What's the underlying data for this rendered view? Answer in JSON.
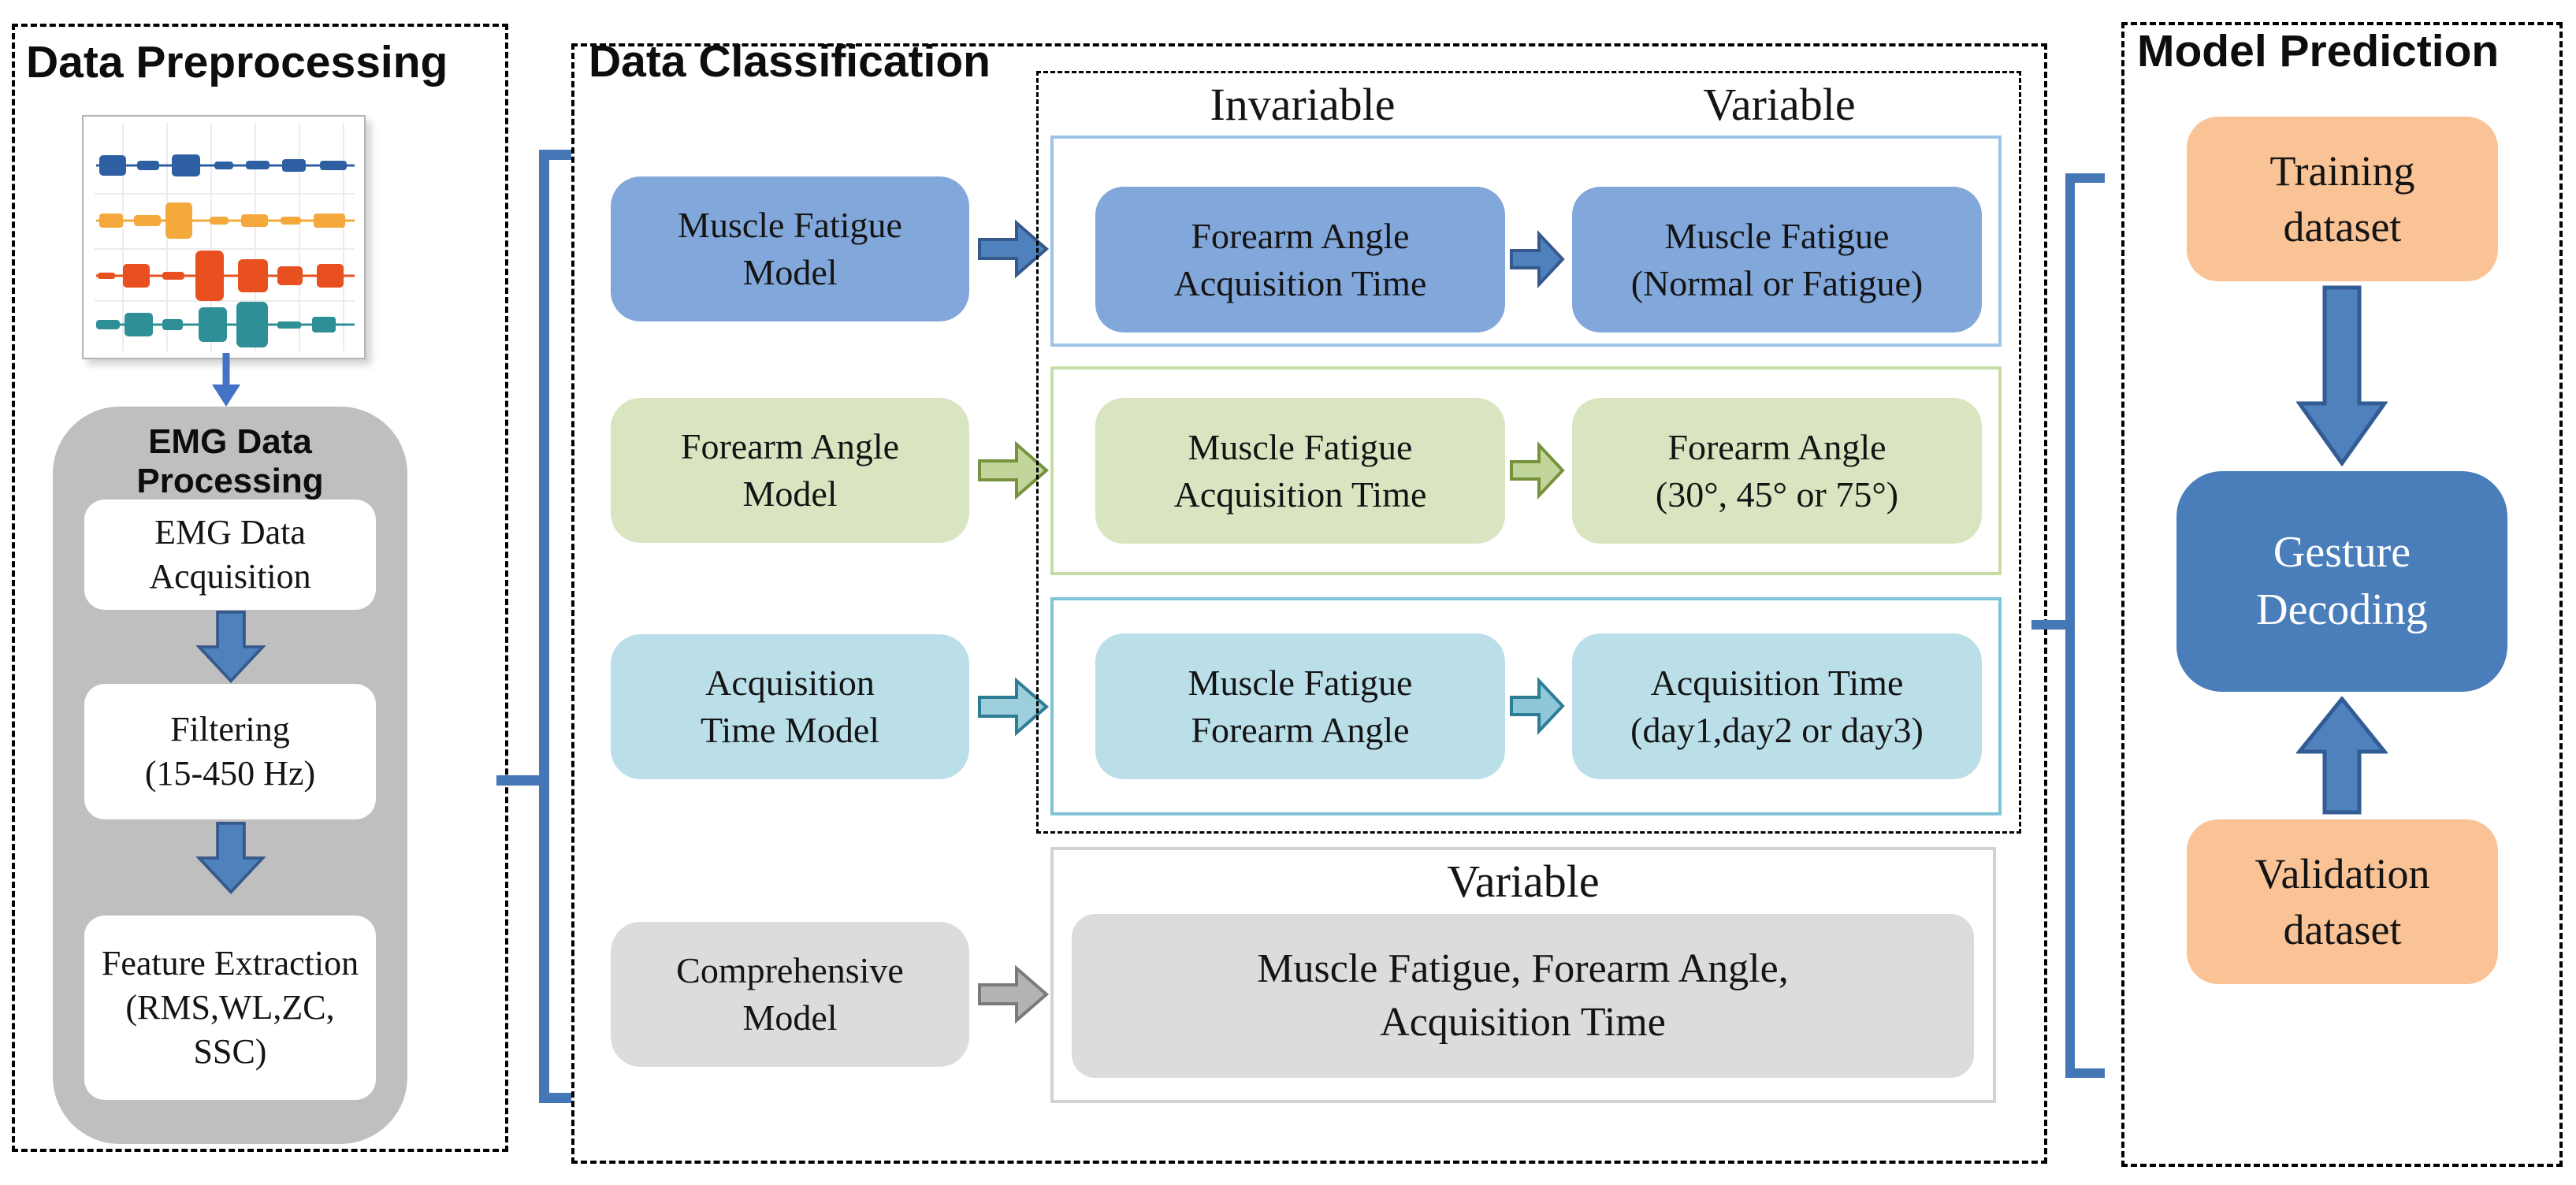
{
  "preprocessing": {
    "title": "Data Preprocessing",
    "group_label": "EMG Data Processing",
    "steps": [
      {
        "label": "EMG Data\nAcquisition"
      },
      {
        "label": "Filtering\n(15-450 Hz)"
      },
      {
        "label": "Feature Extraction\n(RMS,WL,ZC,\nSSC)"
      }
    ]
  },
  "classification": {
    "title": "Data Classification",
    "headers": {
      "invariable": "Invariable",
      "variable": "Variable"
    },
    "rows": [
      {
        "model": "Muscle Fatigue\nModel",
        "invariable": "Forearm Angle\nAcquisition Time",
        "variable": "Muscle Fatigue\n(Normal or Fatigue)"
      },
      {
        "model": "Forearm Angle\nModel",
        "invariable": "Muscle Fatigue\nAcquisition Time",
        "variable": "Forearm Angle\n(30°, 45° or 75°)"
      },
      {
        "model": "Acquisition\nTime Model",
        "invariable": "Muscle Fatigue\nForearm Angle",
        "variable": "Acquisition Time\n(day1,day2 or day3)"
      },
      {
        "model": "Comprehensive\nModel",
        "header": "Variable",
        "variable": "Muscle Fatigue, Forearm Angle,\nAcquisition Time"
      }
    ]
  },
  "prediction": {
    "title": "Model Prediction",
    "training_label": "Training\ndataset",
    "decoder_label": "Gesture\nDecoding",
    "validation_label": "Validation\ndataset"
  },
  "colors": {
    "accent_blue": "#4F81BD",
    "model_blue": "#82A7DA",
    "pale_green": "#D9E5C1",
    "pale_cyan": "#BBDFE9",
    "pale_gray": "#DCDCDC",
    "orange": "#F9C396",
    "decoder_blue": "#4A7EBB",
    "bracket_blue": "#4576B5",
    "group_gray": "#BFBFBF",
    "emg_signal_colors": [
      "#2E5FA3",
      "#F5A83C",
      "#E8501F",
      "#2F8F96"
    ]
  }
}
